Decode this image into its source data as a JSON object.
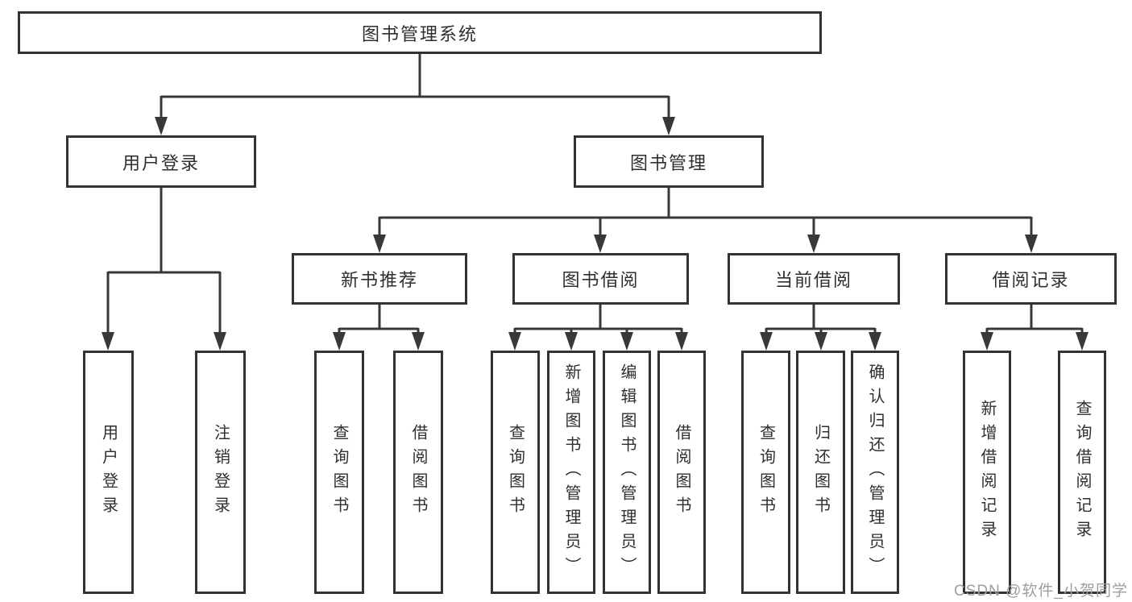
{
  "diagram": {
    "title": "图书管理系统",
    "root": {
      "label": "图书管理系统",
      "children": [
        {
          "label": "用户登录",
          "children": [
            {
              "label": "用户登录"
            },
            {
              "label": "注销登录"
            }
          ]
        },
        {
          "label": "图书管理",
          "children": [
            {
              "label": "新书推荐",
              "children": [
                {
                  "label": "查询图书"
                },
                {
                  "label": "借阅图书"
                }
              ]
            },
            {
              "label": "图书借阅",
              "children": [
                {
                  "label": "查询图书"
                },
                {
                  "label": "新增图书（管理员）"
                },
                {
                  "label": "编辑图书（管理员）"
                },
                {
                  "label": "借阅图书"
                }
              ]
            },
            {
              "label": "当前借阅",
              "children": [
                {
                  "label": "查询图书"
                },
                {
                  "label": "归还图书"
                },
                {
                  "label": "确认归还（管理员）"
                }
              ]
            },
            {
              "label": "借阅记录",
              "children": [
                {
                  "label": "新增借阅记录"
                },
                {
                  "label": "查询借阅记录"
                }
              ]
            }
          ]
        }
      ]
    }
  },
  "watermark": {
    "text": "CSDN @软件_小贺同学"
  },
  "colors": {
    "line": "#383838",
    "border": "#333333",
    "text": "#2f2f2f",
    "background": "#ffffff",
    "watermark": "#9e9e9e"
  }
}
